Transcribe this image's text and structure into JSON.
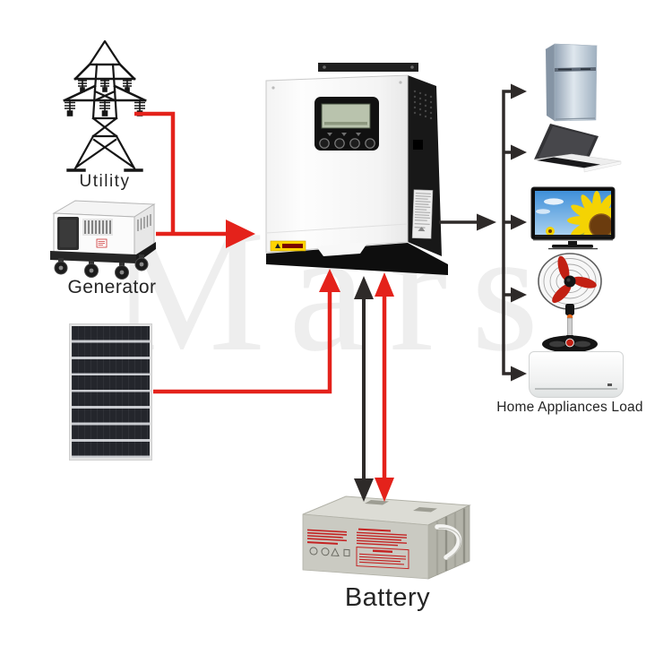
{
  "watermark": "Mars",
  "labels": {
    "utility": "Utility",
    "generator": "Generator",
    "battery": "Battery",
    "load": "Home Appliances Load"
  },
  "colors": {
    "ac_line_red": "#e4221b",
    "dc_line_black": "#2e2a29"
  },
  "icons": {
    "utility": "transmission-tower-icon",
    "generator": "generator-icon",
    "solar": "solar-panel-icon",
    "inverter": "solar-inverter-icon",
    "battery": "battery-icon",
    "appliances": [
      "refrigerator-icon",
      "laptop-icon",
      "tv-icon",
      "stand-fan-icon",
      "air-conditioner-icon"
    ]
  }
}
